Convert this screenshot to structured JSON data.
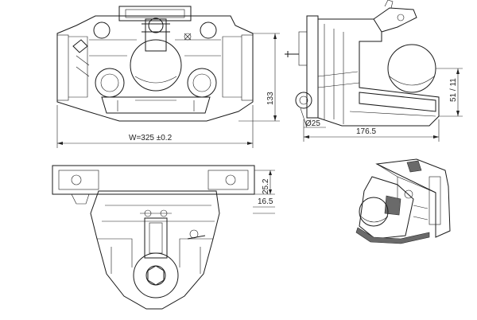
{
  "dimensions": {
    "width": "W=325 ±0.2",
    "height_front": "133",
    "bolt_diameter": "Ø25",
    "depth": "176.5",
    "ball_height": "51 / 11",
    "plan_offset_a": "25.2",
    "plan_offset_b": "16.5"
  },
  "colors": {
    "line": "#1a1a1a",
    "background": "#ffffff",
    "shade": "#6a6a6a"
  }
}
